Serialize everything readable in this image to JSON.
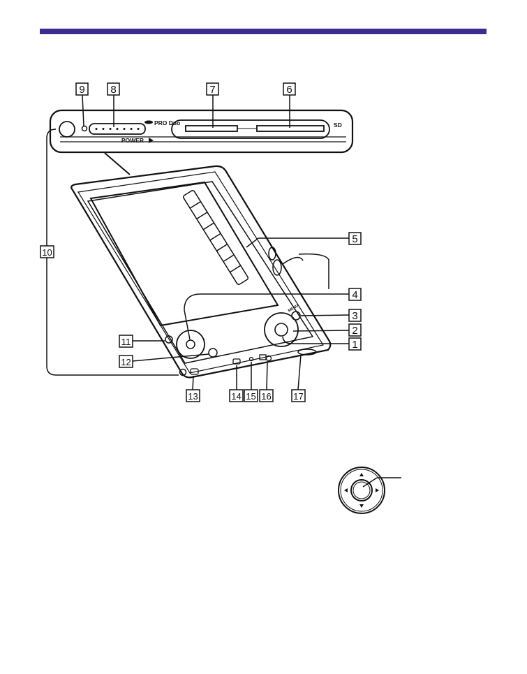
{
  "colors": {
    "header_bar": "#3b2d8f",
    "line": "#111111",
    "background": "#ffffff"
  },
  "callouts": [
    "1",
    "2",
    "3",
    "4",
    "5",
    "6",
    "7",
    "8",
    "9",
    "10",
    "11",
    "12",
    "13",
    "14",
    "15",
    "16",
    "17"
  ],
  "device_labels": {
    "pro_duo": "PRO Duo",
    "power": "POWER",
    "sd": "SD",
    "menu": "MENU"
  },
  "icons": [
    "power-switch-icon",
    "joystick-icon",
    "arrow-up-icon",
    "arrow-down-icon",
    "arrow-left-icon",
    "arrow-right-icon"
  ]
}
